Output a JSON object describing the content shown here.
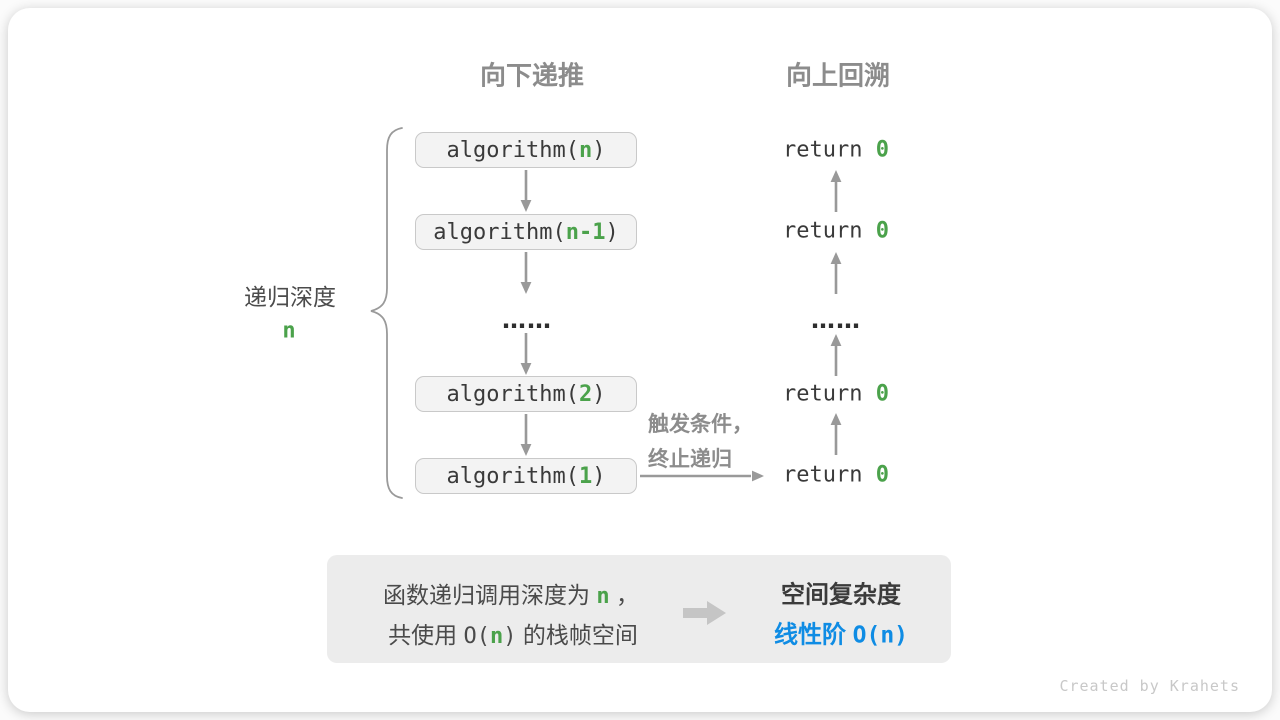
{
  "colors": {
    "green": "#4ba24b",
    "blue": "#0f8ce4",
    "gray_label": "#8c8c8c",
    "code": "#3a3a3a",
    "arrow": "#999999",
    "box_bg": "#f3f3f3",
    "box_border": "#c9c9c9",
    "summary_bg": "#ececec",
    "summary_text": "#4a4a4a",
    "watermark": "#c8c8c8",
    "block_arrow": "#c5c5c5",
    "brace": "#9a9a9a"
  },
  "headers": {
    "downward": "向下递推",
    "upward": "向上回溯"
  },
  "depth_label": {
    "text": "递归深度",
    "value": "n"
  },
  "call_stack": {
    "calls": [
      {
        "pre": "algorithm(",
        "arg": "n",
        "post": ")"
      },
      {
        "pre": "algorithm(",
        "arg": "n-1",
        "post": ")"
      },
      {
        "pre": "algorithm(",
        "arg": "2",
        "post": ")"
      },
      {
        "pre": "algorithm(",
        "arg": "1",
        "post": ")"
      }
    ],
    "ellipsis": "……"
  },
  "returns": {
    "items": [
      {
        "pre": "return ",
        "val": "0"
      },
      {
        "pre": "return ",
        "val": "0"
      },
      {
        "pre": "return ",
        "val": "0"
      },
      {
        "pre": "return ",
        "val": "0"
      }
    ],
    "ellipsis": "……"
  },
  "base_case_note": {
    "line1": "触发条件，",
    "line2": "终止递归"
  },
  "summary": {
    "left": {
      "l1_pre": "函数递归调用深度为 ",
      "l1_arg": "n",
      "l1_post": " ，",
      "l2_pre": "共使用 ",
      "l2_code_open": "O(",
      "l2_arg": "n",
      "l2_code_close": ")",
      "l2_post": " 的栈帧空间"
    },
    "right": {
      "title": "空间复杂度",
      "value_label": "线性阶 ",
      "value_code": "O(n)"
    }
  },
  "watermark": "Created by Krahets"
}
